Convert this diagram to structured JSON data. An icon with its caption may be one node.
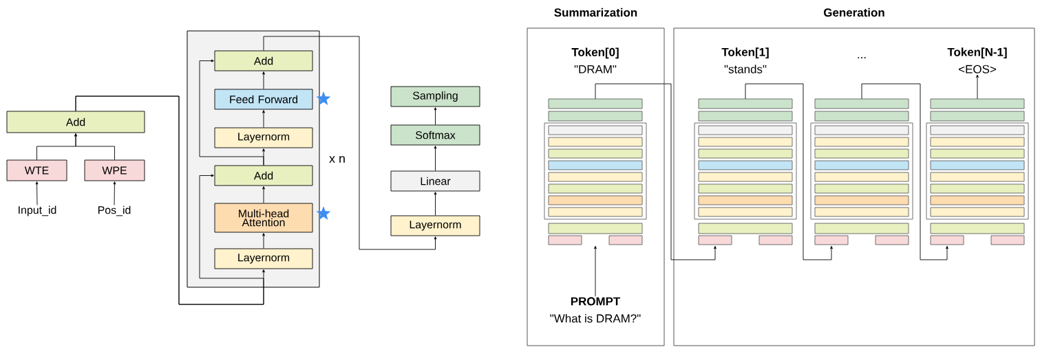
{
  "diagram": {
    "nodes": [
      {
        "text": [
          "Add"
        ]
      },
      {
        "text": [
          "WTE"
        ]
      },
      {
        "text": [
          "WPE"
        ]
      },
      {
        "text": [
          "Input_id"
        ]
      },
      {
        "text": [
          "Pos_id"
        ]
      },
      {
        "text": [],
        "shape": "box",
        "beside": [
          "x n"
        ]
      },
      {
        "text": [
          "Add"
        ],
        "in": 5
      },
      {
        "text": [
          "Feed Forward"
        ],
        "in": 5
      },
      {
        "text": [
          "Layernorm"
        ],
        "in": 5
      },
      {
        "text": [
          "Add"
        ],
        "in": 5
      },
      {
        "text": [
          "Multi-head Attention"
        ],
        "in": 5
      },
      {
        "text": [
          "Layernorm"
        ],
        "in": 5
      },
      {
        "text": [
          "Layernorm"
        ]
      },
      {
        "text": [
          "Linear"
        ]
      },
      {
        "text": [
          "Softmax"
        ]
      },
      {
        "text": [
          "Sampling"
        ]
      },
      {
        "text": [
          "Summarization"
        ]
      },
      {
        "text": [],
        "shape": "box",
        "in": 16,
        "beside": [
          "Token[0]",
          "\"DRAM\""
        ]
      },
      {
        "text": [
          "PROMPT",
          "\"What is DRAM?\""
        ],
        "in": 16
      },
      {
        "text": [
          "Generation"
        ]
      },
      {
        "text": [],
        "shape": "box",
        "in": 19,
        "beside": [
          "Token[1]",
          "\"stands\""
        ]
      },
      {
        "text": [],
        "shape": "box",
        "in": 19,
        "beside": [
          "..."
        ]
      },
      {
        "text": [],
        "shape": "box",
        "in": 19
      },
      {
        "text": [
          "Token[N-1]",
          "<EOS>"
        ],
        "in": 19
      }
    ],
    "edges": [
      {
        "from": 3,
        "to": 1,
        "arrow": "to"
      },
      {
        "from": 4,
        "to": 2,
        "arrow": "to"
      },
      {
        "from": 1,
        "to": 0,
        "arrow": "to"
      },
      {
        "from": 2,
        "to": 0,
        "arrow": "to"
      },
      {
        "from": 0,
        "to": 11,
        "arrow": "to"
      },
      {
        "from": 0,
        "to": 9,
        "arrow": "to"
      },
      {
        "from": 11,
        "to": 10,
        "arrow": "to"
      },
      {
        "from": 10,
        "to": 9,
        "arrow": "to"
      },
      {
        "from": 9,
        "to": 8,
        "arrow": "to"
      },
      {
        "from": 9,
        "to": 6,
        "arrow": "to"
      },
      {
        "from": 8,
        "to": 7,
        "arrow": "to"
      },
      {
        "from": 7,
        "to": 6,
        "arrow": "to"
      },
      {
        "from": 6,
        "to": 12,
        "arrow": "to"
      },
      {
        "from": 12,
        "to": 13,
        "arrow": "to"
      },
      {
        "from": 13,
        "to": 14,
        "arrow": "to"
      },
      {
        "from": 14,
        "to": 15,
        "arrow": "to"
      },
      {
        "from": 18,
        "to": 17,
        "arrow": "to"
      },
      {
        "from": 17,
        "to": 20,
        "arrow": "to"
      },
      {
        "from": 20,
        "to": 21,
        "arrow": "to"
      },
      {
        "from": 21,
        "to": 22,
        "arrow": "to"
      },
      {
        "from": 22,
        "to": 23,
        "arrow": "to"
      }
    ]
  }
}
